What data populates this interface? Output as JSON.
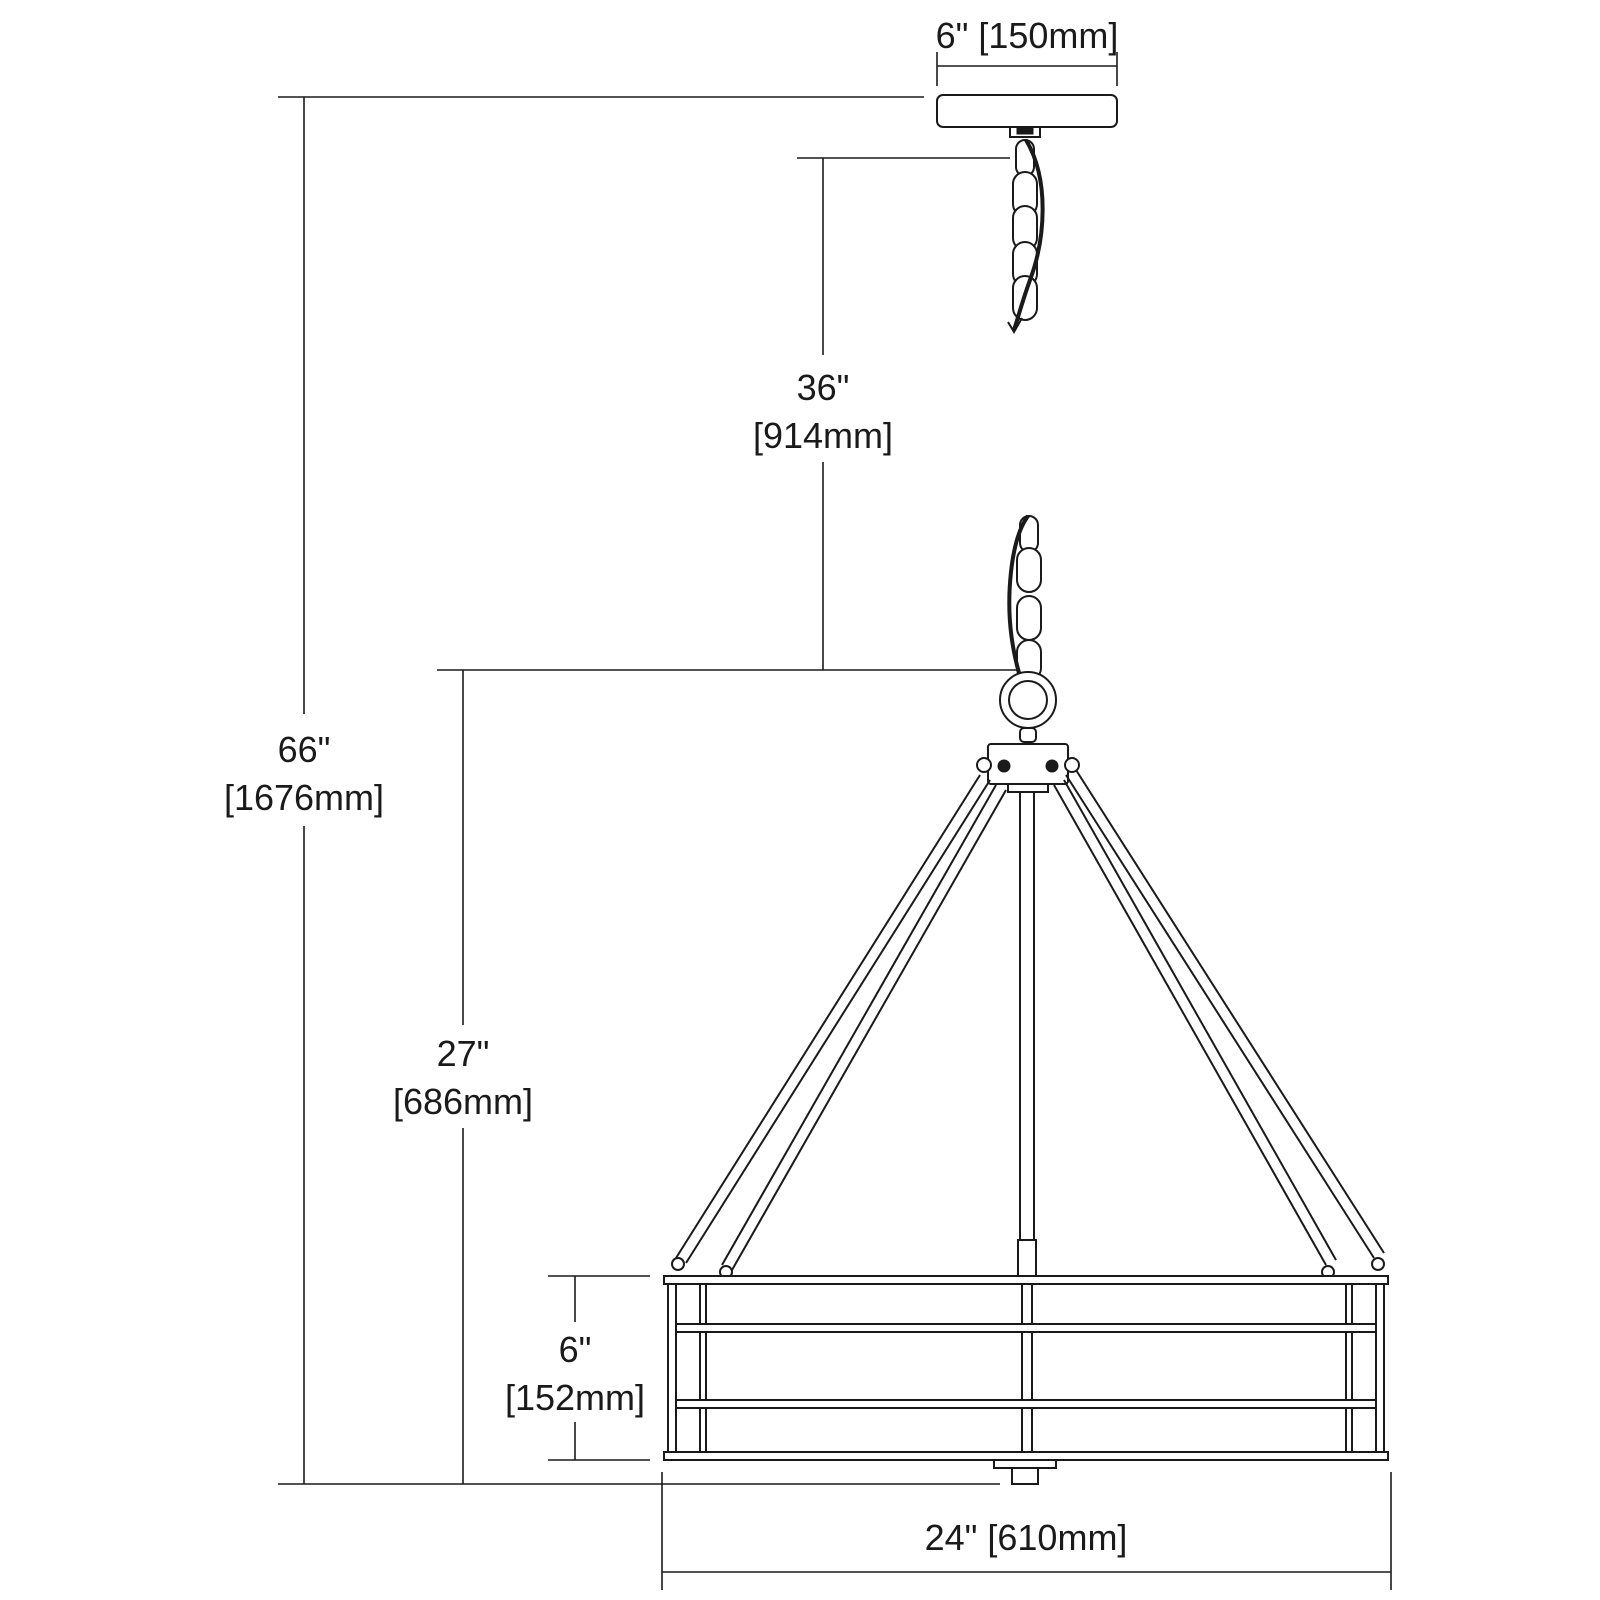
{
  "dimensions": {
    "canopy_width": "6\" [150mm]",
    "chain_length": {
      "imperial": "36\"",
      "metric": "[914mm]"
    },
    "overall_height": {
      "imperial": "66\"",
      "metric": "[1676mm]"
    },
    "fixture_height": {
      "imperial": "27\"",
      "metric": "[686mm]"
    },
    "shade_height": {
      "imperial": "6\"",
      "metric": "[152mm]"
    },
    "fixture_width": "24\" [610mm]"
  },
  "colors": {
    "line": "#1a1a1a",
    "background": "#ffffff"
  }
}
